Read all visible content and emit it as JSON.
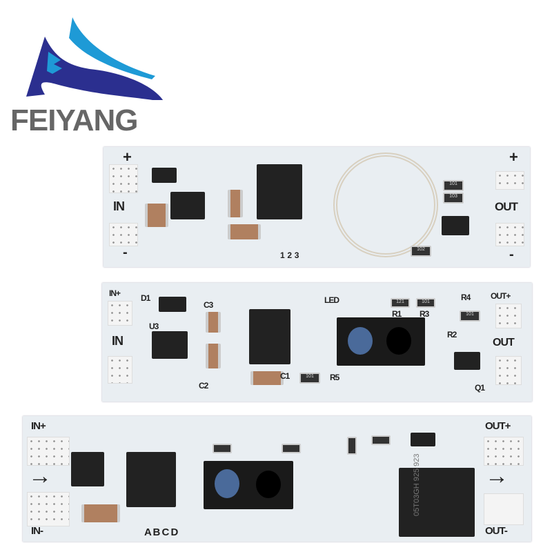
{
  "logo": {
    "text": "FEIYANG",
    "colors": {
      "dark": "#2b2f8f",
      "light": "#1e9ad6",
      "text": "#666666"
    }
  },
  "board1": {
    "plus_left": "+",
    "minus_left": "-",
    "in": "IN",
    "out": "OUT",
    "plus_right": "+",
    "minus_right": "-",
    "pads": [
      "1",
      "2",
      "3"
    ],
    "res": [
      "101",
      "103",
      "102"
    ]
  },
  "board2": {
    "in_plus": "IN+",
    "d1": "D1",
    "in": "IN",
    "u3": "U3",
    "c3": "C3",
    "c2": "C2",
    "c1": "C1",
    "r5": "R5",
    "led": "LED",
    "r1": "R1",
    "r3": "R3",
    "r4": "R4",
    "r2": "R2",
    "out_plus": "OUT+",
    "out": "OUT",
    "q1": "Q1",
    "res": [
      "101",
      "101",
      "121",
      "101"
    ]
  },
  "board3": {
    "in_plus": "IN+",
    "in_minus": "IN-",
    "pads": [
      "A",
      "B",
      "C",
      "D"
    ],
    "out_plus": "OUT+",
    "out_minus": "OUT-",
    "chip": "05T03GH 925 923",
    "arrow": "→"
  }
}
